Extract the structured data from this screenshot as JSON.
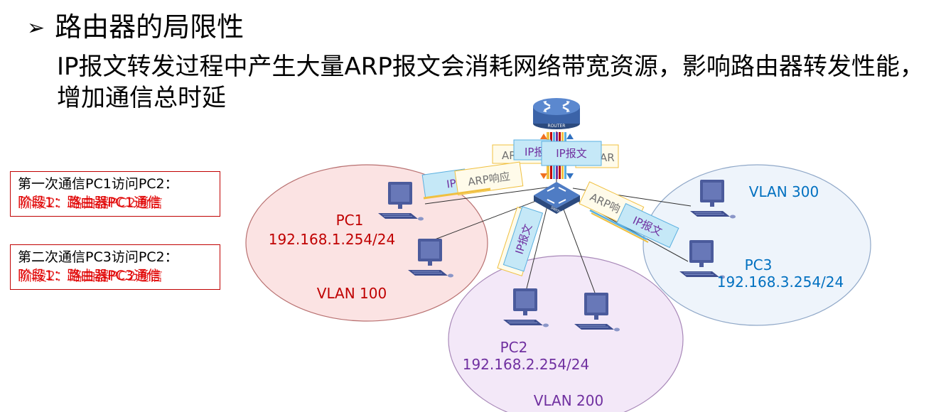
{
  "heading": {
    "bullet_icon": "arrow-right-icon",
    "title": "路由器的局限性"
  },
  "body_text": "IP报文转发过程中产生大量ARP报文会消耗网络带宽资源，影响路由器转发性能，增加通信总时延",
  "boxes": [
    {
      "line1": "第一次通信PC1访问PC2：",
      "line2a": "阶段1：路由器PC1通信",
      "line2b": "阶段2：路由器PC2通信"
    },
    {
      "line1": "第二次通信PC3访问PC2：",
      "line2a": "阶段1：路由器PC3通信",
      "line2b": "阶段2：路由器PC2通信"
    }
  ],
  "devices": {
    "router_label": "ROUTER",
    "switch_label": "SWITCH",
    "router_icon": "router-icon",
    "switch_icon": "switch-icon",
    "pc_icon": "computer-icon"
  },
  "vlans": [
    {
      "name": "VLAN 100",
      "host": "PC1",
      "ip": "192.168.1.254/24",
      "color": "#c00000",
      "fill": "#fbe3e3",
      "stroke": "#b87070"
    },
    {
      "name": "VLAN 200",
      "host": "PC2",
      "ip": "192.168.2.254/24",
      "color": "#7030a0",
      "fill": "#f3e8f8",
      "stroke": "#a888b8"
    },
    {
      "name": "VLAN 300",
      "host": "PC3",
      "ip": "192.168.3.254/24",
      "color": "#0070c0",
      "fill": "#eef4fb",
      "stroke": "#90a8c8"
    }
  ],
  "packets": {
    "ip_label": "IP报文",
    "ip_partial": "IP报",
    "ip_short": "IP",
    "arp_label": "ARP响应",
    "arp_partial": "ARP响",
    "arp_short": "AR",
    "ip_color": "#7030a0",
    "ip_fill": "#c5e8f7",
    "ip_border": "#5ab0e0",
    "arp_fill": "#fffbea",
    "arp_border": "#f0c040",
    "arp_text": "#707070"
  }
}
